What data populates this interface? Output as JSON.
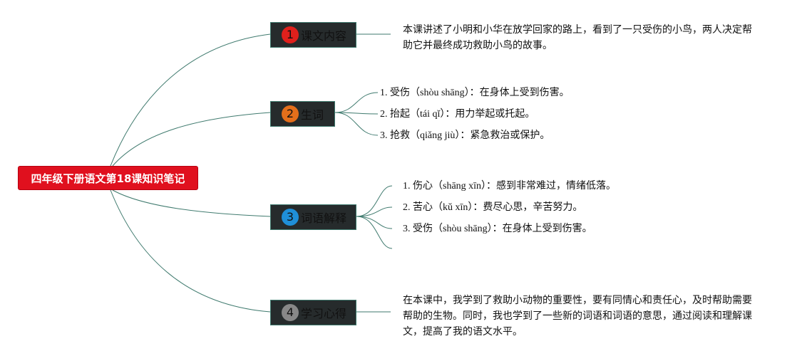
{
  "root": {
    "title": "四年级下册语文第18课知识笔记"
  },
  "branches": [
    {
      "number": "1",
      "label": "课文内容",
      "color": "#e0201c",
      "summary": "本课讲述了小明和小华在放学回家的路上，看到了一只受伤的小鸟，两人决定帮助它并最终成功救助小鸟的故事。"
    },
    {
      "number": "2",
      "label": "生词",
      "color": "#e46f1b",
      "items": [
        "1. 受伤（shòu shāng）：在身体上受到伤害。",
        "2. 抬起（tái qǐ）：用力举起或托起。",
        "3. 抢救（qiǎng jiù）：紧急救治或保护。"
      ]
    },
    {
      "number": "3",
      "label": "词语解释",
      "color": "#1f8fd8",
      "items": [
        "1. 伤心（shāng xīn）：感到非常难过，情绪低落。",
        "2. 苦心（kǔ xīn）：费尽心思，辛苦努力。",
        "3. 受伤（shòu shāng）：在身体上受到伤害。"
      ]
    },
    {
      "number": "4",
      "label": "学习心得",
      "color": "#888888",
      "summary": "在本课中，我学到了救助小动物的重要性，要有同情心和责任心，及时帮助需要帮助的生物。同时，我也学到了一些新的词语和词语的意思，通过阅读和理解课文，提高了我的语文水平。"
    }
  ],
  "colors": {
    "root": "#e0101e",
    "node": "#262b2c",
    "line": "#3f7a6e"
  }
}
